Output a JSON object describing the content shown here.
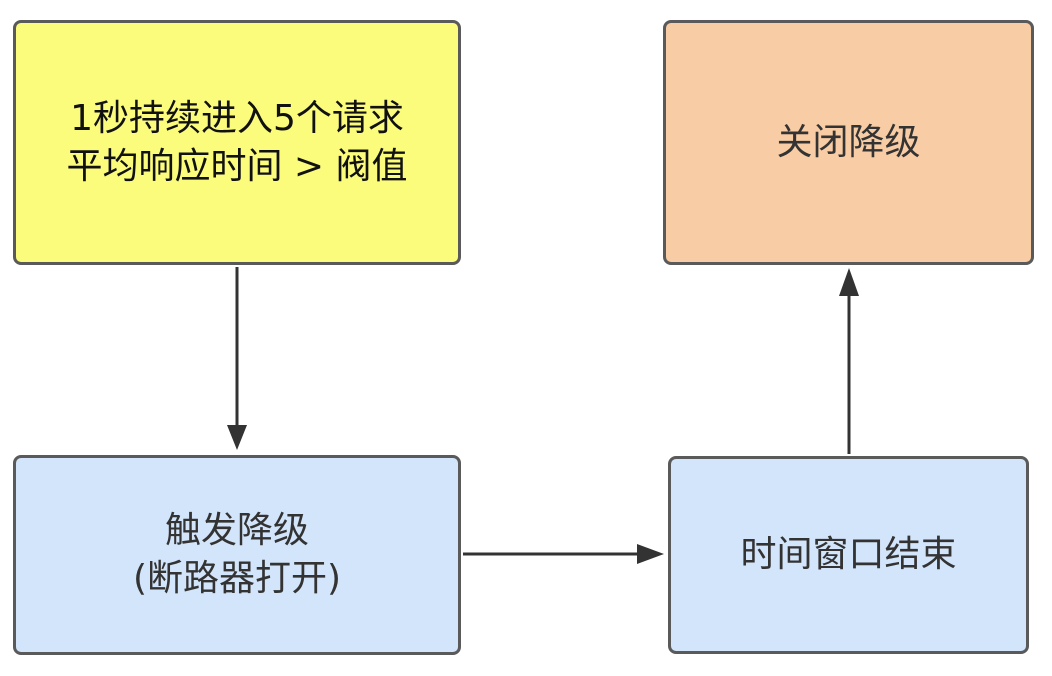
{
  "colors": {
    "yellow_fill": "#fbfb7c",
    "orange_fill": "#f8cca4",
    "blue_fill": "#d3e5fa",
    "border": "#5a5a5a",
    "edge": "#333333"
  },
  "nodes": {
    "condition": {
      "lines": [
        "1秒持续进入5个请求",
        "平均响应时间 > 阀值"
      ]
    },
    "close": {
      "lines": [
        "关闭降级"
      ]
    },
    "trigger": {
      "lines": [
        "触发降级",
        "(断路器打开)"
      ]
    },
    "window_end": {
      "lines": [
        "时间窗口结束"
      ]
    }
  }
}
